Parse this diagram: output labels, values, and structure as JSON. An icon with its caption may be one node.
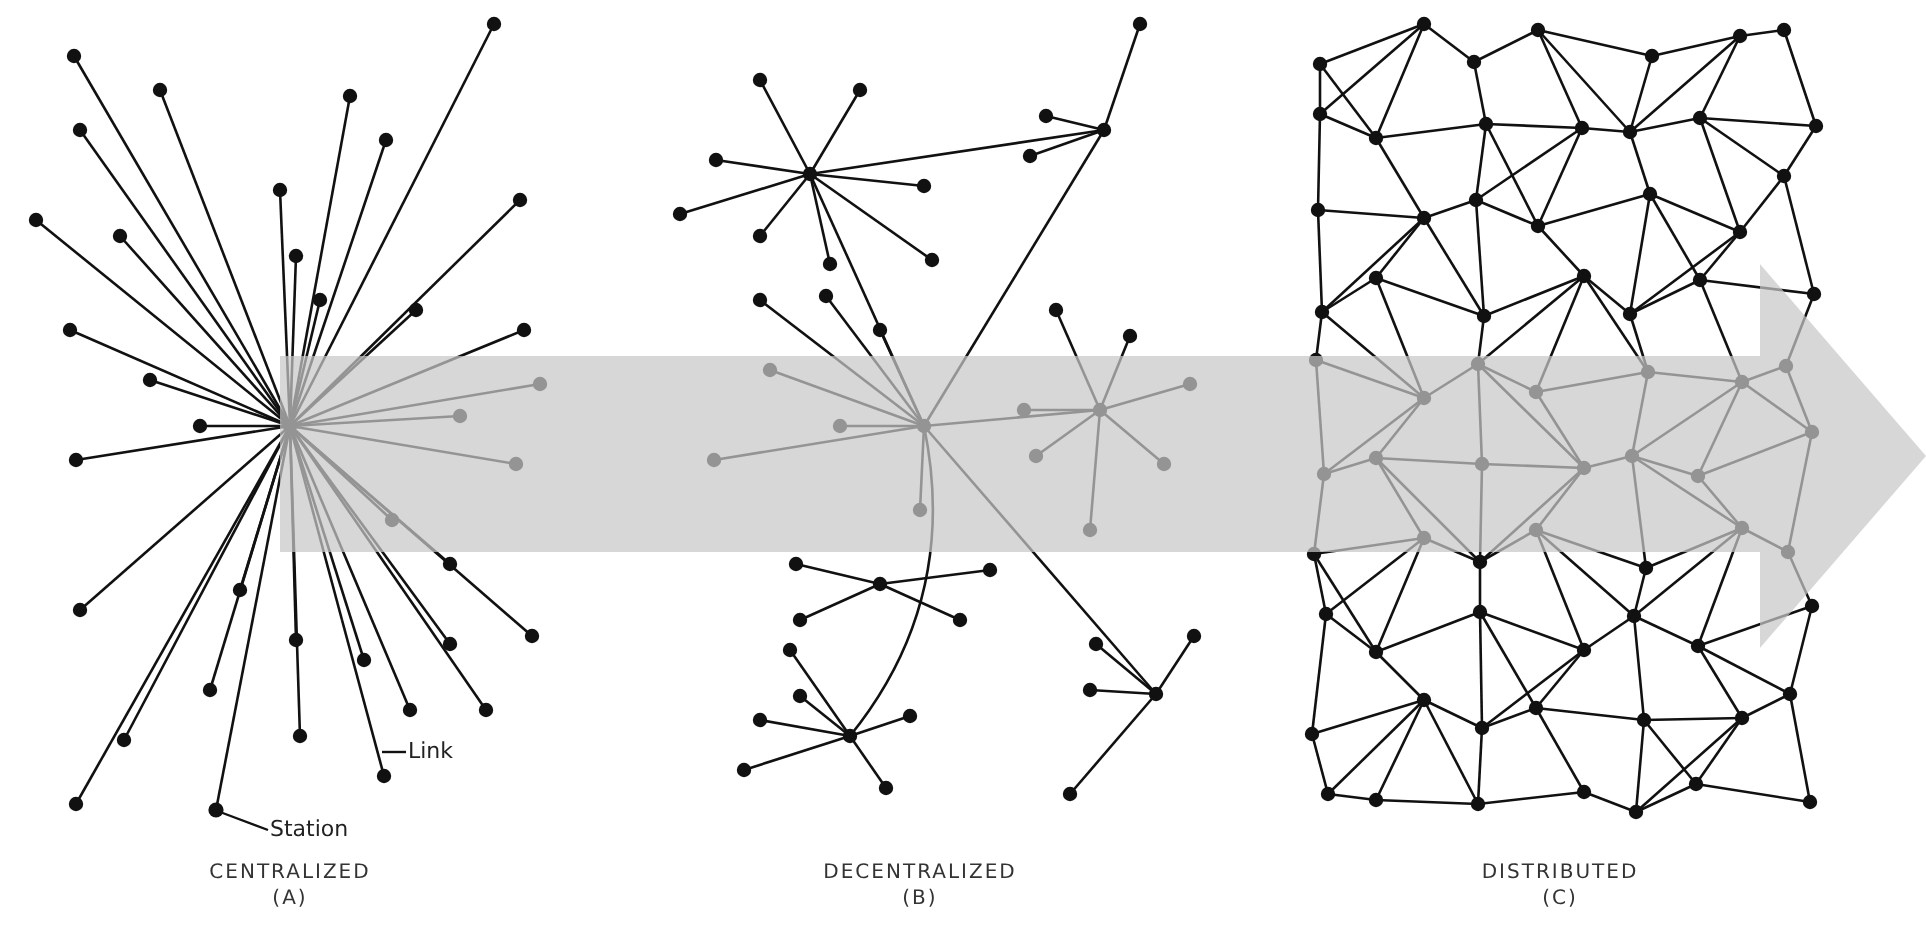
{
  "diagram": {
    "nodes": [
      {
        "text": [
          "Link"
        ]
      },
      {
        "text": [],
        "shape": "line"
      },
      {
        "text": [
          "Station"
        ]
      },
      {
        "text": [],
        "shape": "circle"
      }
    ],
    "edges": [
      {
        "from": 0,
        "to": 1,
        "arrow": "none"
      },
      {
        "from": 2,
        "to": 3,
        "arrow": "none"
      }
    ],
    "labels": [
      "CENTRALIZED (A)",
      "DECENTRALIZED (B)",
      "DISTRIBUTED (C)"
    ]
  }
}
